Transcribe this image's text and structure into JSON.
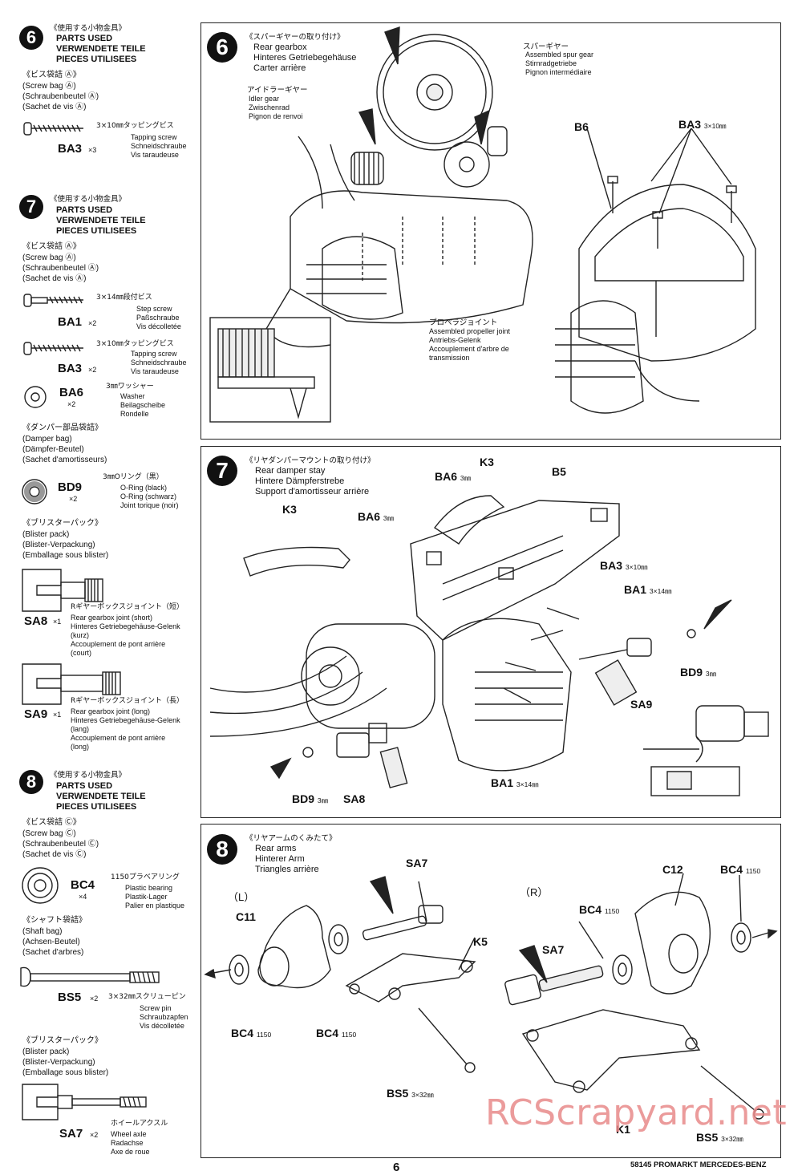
{
  "sidebar": {
    "s6": {
      "num": "6",
      "jp": "《使用する小物金具》",
      "titles": [
        "PARTS USED",
        "VERWENDETE TEILE",
        "PIECES UTILISEES"
      ],
      "bag": [
        "《ビス袋詰 Ⓐ》",
        "(Screw bag Ⓐ)",
        "(Schraubenbeutel Ⓐ)",
        "(Sachet de vis Ⓐ)"
      ],
      "parts": [
        {
          "code": "BA3",
          "qty": "×3",
          "size": "3×10㎜タッピングビス",
          "desc": [
            "Tapping screw",
            "Schneidschraube",
            "Vis taraudeuse"
          ]
        }
      ]
    },
    "s7": {
      "num": "7",
      "jp": "《使用する小物金具》",
      "titles": [
        "PARTS USED",
        "VERWENDETE TEILE",
        "PIECES UTILISEES"
      ],
      "bag": [
        "《ビス袋詰 Ⓐ》",
        "(Screw bag Ⓐ)",
        "(Schraubenbeutel Ⓐ)",
        "(Sachet de vis Ⓐ)"
      ],
      "parts": [
        {
          "code": "BA1",
          "qty": "×2",
          "size": "3×14㎜段付ビス",
          "desc": [
            "Step screw",
            "Paßschraube",
            "Vis décolletée"
          ]
        },
        {
          "code": "BA3",
          "qty": "×2",
          "size": "3×10㎜タッピングビス",
          "desc": [
            "Tapping screw",
            "Schneidschraube",
            "Vis taraudeuse"
          ]
        },
        {
          "code": "BA6",
          "qty": "×2",
          "size": "3㎜ワッシャー",
          "desc": [
            "Washer",
            "Beilagscheibe",
            "Rondelle"
          ]
        }
      ],
      "damper_bag": [
        "《ダンパー部品袋詰》",
        "(Damper bag)",
        "(Dämpfer-Beutel)",
        "(Sachet d'amortisseurs)"
      ],
      "damper_parts": [
        {
          "code": "BD9",
          "qty": "×2",
          "size": "3㎜Oリング（黒）",
          "desc": [
            "O-Ring (black)",
            "O-Ring (schwarz)",
            "Joint torique (noir)"
          ]
        }
      ],
      "blister": [
        "《ブリスターパック》",
        "(Blister pack)",
        "(Blister-Verpackung)",
        "(Emballage sous blister)"
      ],
      "blister_parts": [
        {
          "code": "SA8",
          "qty": "×1",
          "size": "Rギヤーボックスジョイント（短）",
          "desc": [
            "Rear gearbox joint (short)",
            "Hinteres Getriebegehäuse-Gelenk",
            "(kurz)",
            "Accouplement de pont arrière",
            "(court)"
          ]
        },
        {
          "code": "SA9",
          "qty": "×1",
          "size": "Rギヤーボックスジョイント（長）",
          "desc": [
            "Rear gearbox joint (long)",
            "Hinteres Getriebegehäuse-Gelenk",
            "(lang)",
            "Accouplement de pont arrière",
            "(long)"
          ]
        }
      ]
    },
    "s8": {
      "num": "8",
      "jp": "《使用する小物金具》",
      "titles": [
        "PARTS USED",
        "VERWENDETE TEILE",
        "PIECES UTILISEES"
      ],
      "bag": [
        "《ビス袋詰 Ⓒ》",
        "(Screw bag Ⓒ)",
        "(Schraubenbeutel Ⓒ)",
        "(Sachet de vis Ⓒ)"
      ],
      "parts": [
        {
          "code": "BC4",
          "qty": "×4",
          "size": "1150プラベアリング",
          "desc": [
            "Plastic bearing",
            "Plastik-Lager",
            "Palier en plastique"
          ]
        }
      ],
      "shaft_bag": [
        "《シャフト袋詰》",
        "(Shaft bag)",
        "(Achsen-Beutel)",
        "(Sachet d'arbres)"
      ],
      "shaft_parts": [
        {
          "code": "BS5",
          "qty": "×2",
          "size": "3×32㎜スクリューピン",
          "desc": [
            "Screw pin",
            "Schraubzapfen",
            "Vis décolletée"
          ]
        }
      ],
      "blister": [
        "《ブリスターパック》",
        "(Blister pack)",
        "(Blister-Verpackung)",
        "(Emballage sous blister)"
      ],
      "blister_parts": [
        {
          "code": "SA7",
          "qty": "×2",
          "size": "ホイールアクスル",
          "desc": [
            "Wheel axle",
            "Radachse",
            "Axe de roue"
          ]
        }
      ]
    }
  },
  "step6": {
    "num": "6",
    "jp": "《スパーギヤーの取り付け》",
    "title": [
      "Rear gearbox",
      "Hinteres Getriebegehäuse",
      "Carter arrière"
    ],
    "spur": {
      "jp": "スパーギヤー",
      "lines": [
        "Assembled spur gear",
        "Stirnradgetriebe",
        "Pignon intermédiaire"
      ]
    },
    "idler": {
      "jp": "アイドラーギヤー",
      "lines": [
        "Idler gear",
        "Zwischenrad",
        "Pignon de renvoi"
      ]
    },
    "propeller": {
      "jp": "プロペラジョイント",
      "lines": [
        "Assembled propeller joint",
        "Antriebs-Gelenk",
        "Accouplement d'arbre de",
        "transmission"
      ]
    },
    "labels": {
      "b6": "B6",
      "ba3": "BA3",
      "ba3_size": "3×10㎜"
    }
  },
  "step7": {
    "num": "7",
    "jp": "《リヤダンパーマウントの取り付け》",
    "title": [
      "Rear damper stay",
      "Hintere Dämpferstrebe",
      "Support d'amortisseur arrière"
    ],
    "labels": {
      "k3a": "K3",
      "k3b": "K3",
      "ba6a": "BA6",
      "ba6a_size": "3㎜",
      "ba6b": "BA6",
      "ba6b_size": "3㎜",
      "b5": "B5",
      "ba3": "BA3",
      "ba3_size": "3×10㎜",
      "ba1a": "BA1",
      "ba1a_size": "3×14㎜",
      "bd9a": "BD9",
      "bd9a_size": "3㎜",
      "sa9": "SA9",
      "ba1b": "BA1",
      "ba1b_size": "3×14㎜",
      "bd9b": "BD9",
      "bd9b_size": "3㎜",
      "sa8": "SA8"
    }
  },
  "step8": {
    "num": "8",
    "jp": "《リヤアームのくみたて》",
    "title": [
      "Rear arms",
      "Hinterer Arm",
      "Triangles arrière"
    ],
    "labels": {
      "left": "（L）",
      "right": "（R）",
      "c11": "C11",
      "c12": "C12",
      "sa7a": "SA7",
      "sa7b": "SA7",
      "k5": "K5",
      "k1": "K1",
      "bc4a": "BC4",
      "bc4a_size": "1150",
      "bc4b": "BC4",
      "bc4b_size": "1150",
      "bc4c": "BC4",
      "bc4c_size": "1150",
      "bc4d": "BC4",
      "bc4d_size": "1150",
      "bs5a": "BS5",
      "bs5a_size": "3×32㎜",
      "bs5b": "BS5",
      "bs5b_size": "3×32㎜"
    }
  },
  "footer": {
    "page": "6",
    "product": "58145 PROMARKT MERCEDES-BENZ",
    "watermark": "RCScrapyard.net"
  }
}
